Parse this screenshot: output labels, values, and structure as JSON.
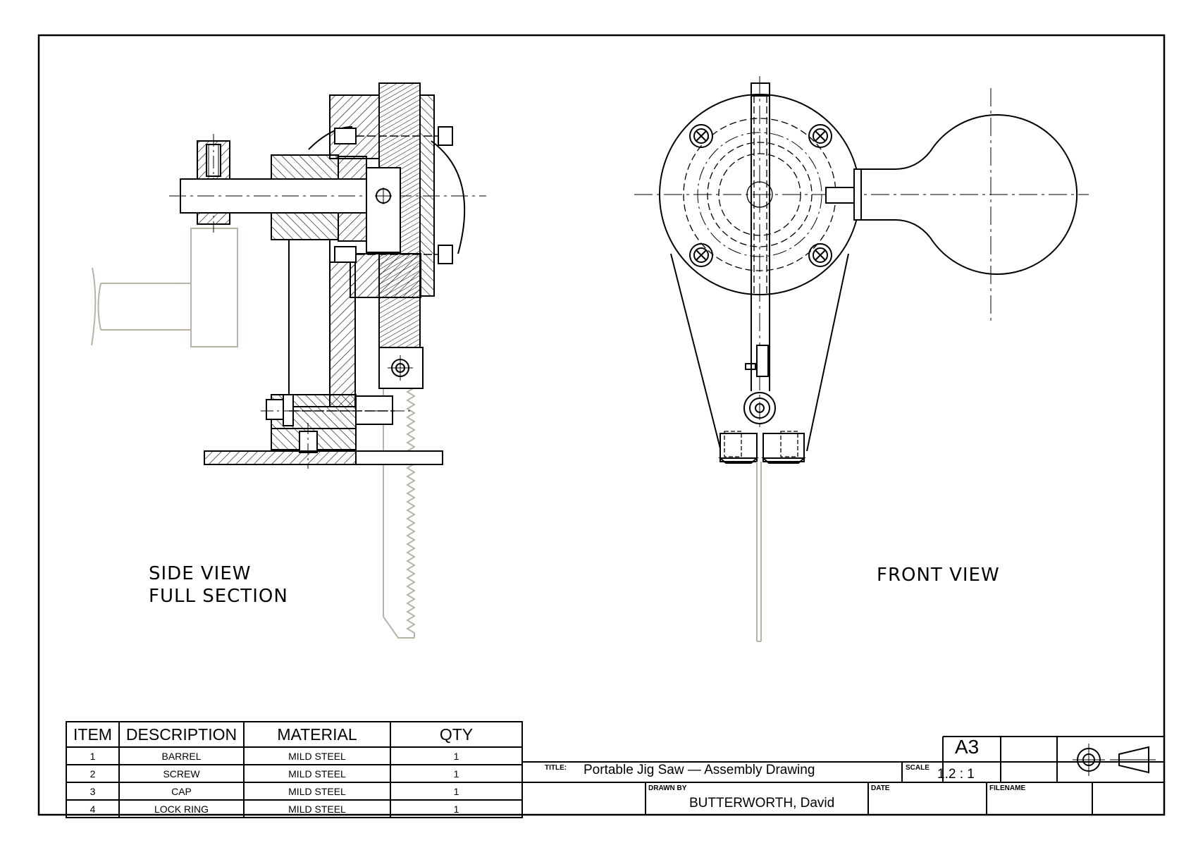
{
  "views": {
    "side_label_line1": "SIDE VIEW",
    "side_label_line2": "FULL SECTION",
    "front_label": "FRONT VIEW"
  },
  "parts_list": {
    "headers": [
      "ITEM",
      "DESCRIPTION",
      "MATERIAL",
      "QTY"
    ],
    "rows": [
      {
        "item": "1",
        "description": "BARREL",
        "material": "MILD STEEL",
        "qty": "1"
      },
      {
        "item": "2",
        "description": "SCREW",
        "material": "MILD STEEL",
        "qty": "1"
      },
      {
        "item": "3",
        "description": "CAP",
        "material": "MILD STEEL",
        "qty": "1"
      },
      {
        "item": "4",
        "description": "LOCK RING",
        "material": "MILD STEEL",
        "qty": "1"
      }
    ]
  },
  "title_block": {
    "sheet_size": "A3",
    "title_label": "TITLE:",
    "title": "Portable Jig Saw  —  Assembly Drawing",
    "scale_label": "SCALE",
    "scale": "1.2 : 1",
    "drawn_by_label": "DRAWN BY",
    "drawn_by": "BUTTERWORTH, David",
    "date_label": "DATE",
    "date": "",
    "filename_label": "FILENAME",
    "filename": "",
    "projection_symbol": "first-angle-projection-symbol"
  },
  "colors": {
    "line": "#000000",
    "phantom": "#b8b3a6"
  }
}
